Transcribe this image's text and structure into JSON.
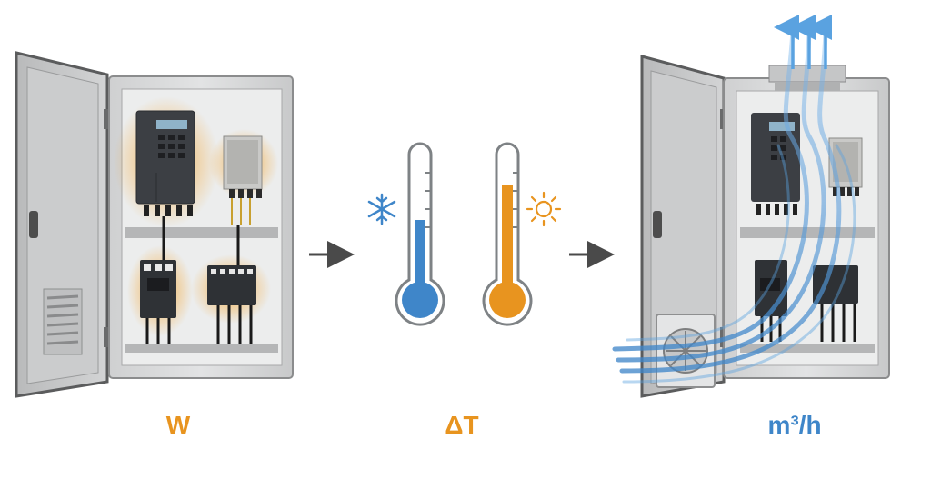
{
  "colors": {
    "heat": "#e8941f",
    "cool": "#3f86c9",
    "airflow": "#5aa2e0",
    "cabinet": "#d9dadb",
    "arrow": "#4a4a4a"
  },
  "labels": {
    "power": "W",
    "delta_t": "ΔT",
    "airflow": "m³/h"
  },
  "icons": {
    "cold": "snowflake-icon",
    "hot": "sun-icon"
  }
}
